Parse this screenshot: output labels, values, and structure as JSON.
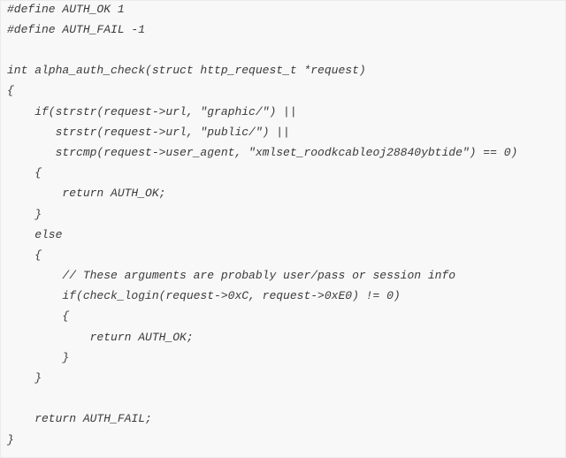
{
  "code": {
    "lines": [
      "#define AUTH_OK 1",
      "#define AUTH_FAIL -1",
      "",
      "int alpha_auth_check(struct http_request_t *request)",
      "{",
      "    if(strstr(request->url, \"graphic/\") ||",
      "       strstr(request->url, \"public/\") ||",
      "       strcmp(request->user_agent, \"xmlset_roodkcableoj28840ybtide\") == 0)",
      "    {",
      "        return AUTH_OK;",
      "    }",
      "    else",
      "    {",
      "        // These arguments are probably user/pass or session info",
      "        if(check_login(request->0xC, request->0xE0) != 0)",
      "        {",
      "            return AUTH_OK;",
      "        }",
      "    }",
      "",
      "    return AUTH_FAIL;",
      "}"
    ]
  }
}
